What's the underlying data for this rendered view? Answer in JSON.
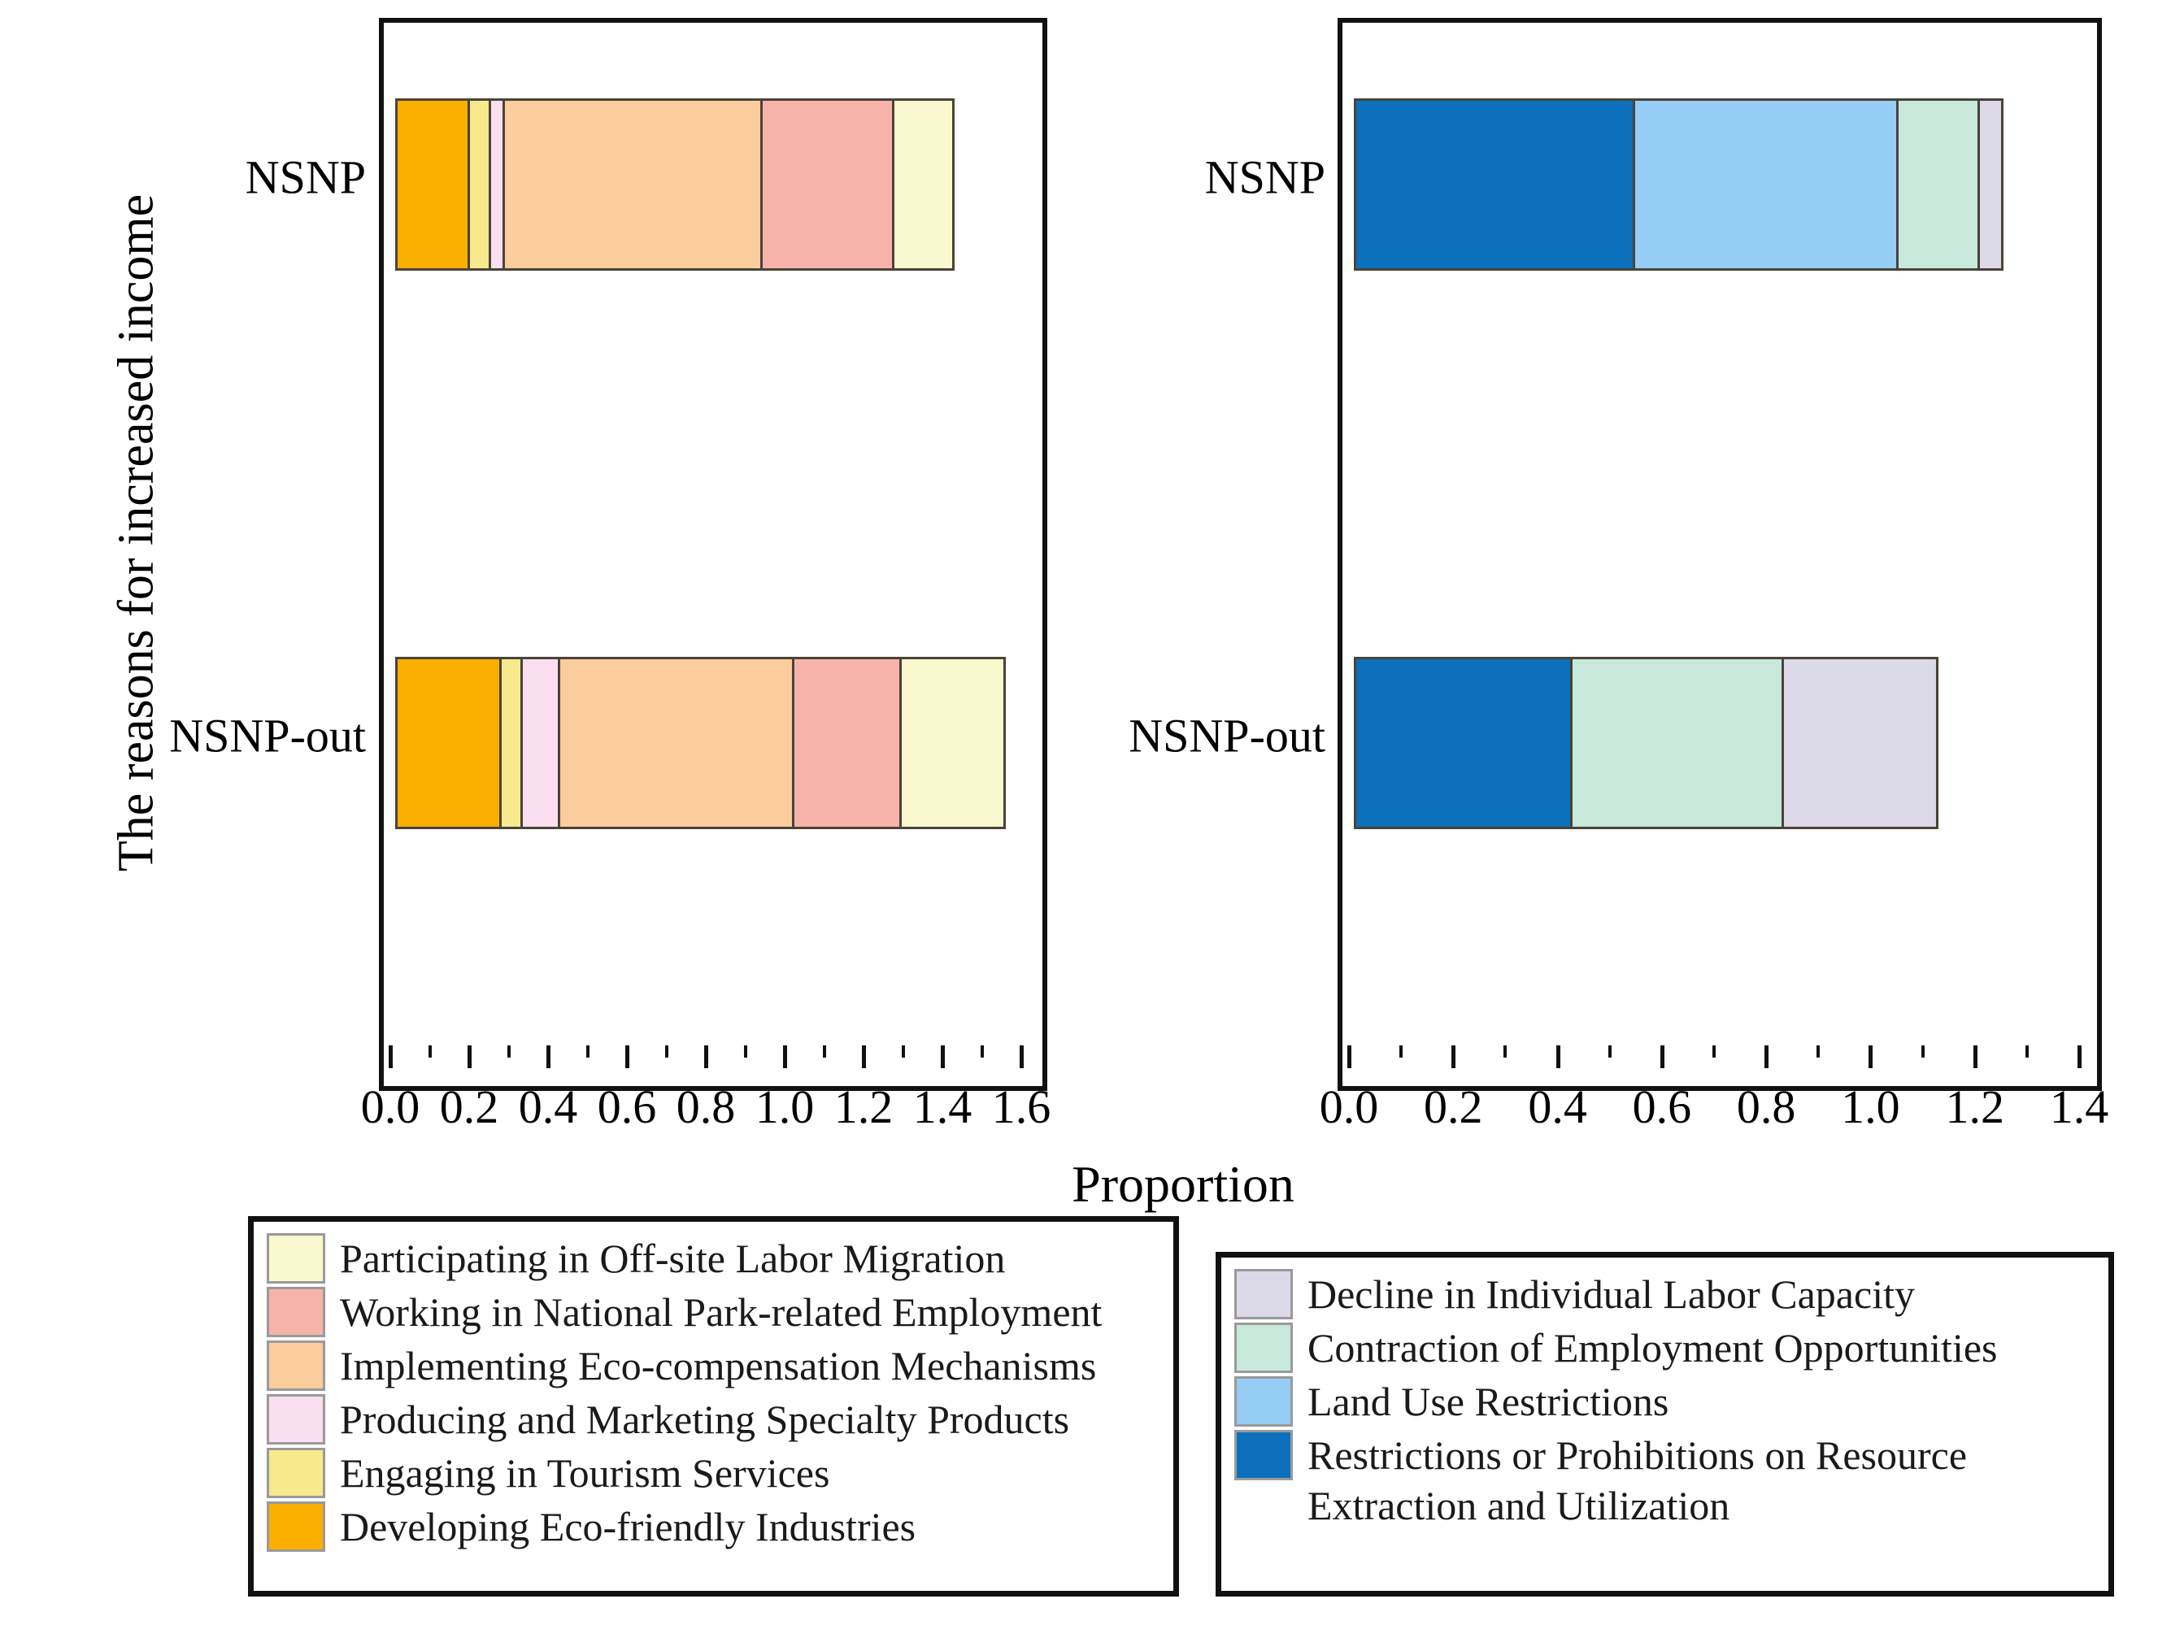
{
  "figure": {
    "y_axis_title": "The reasons for increased income",
    "x_axis_caption_left": "Proportion",
    "x_axis_caption_right": ""
  },
  "chart_data": [
    {
      "type": "bar",
      "orientation": "horizontal",
      "stacked": true,
      "title": "",
      "xlabel": "Proportion",
      "ylabel": "The reasons for increased income",
      "xlim": [
        0.0,
        1.6
      ],
      "xticks": [
        "0.0",
        "0.2",
        "0.4",
        "0.6",
        "0.8",
        "1.0",
        "1.2",
        "1.4",
        "1.6"
      ],
      "xtick_values": [
        0.0,
        0.2,
        0.4,
        0.6,
        0.8,
        1.0,
        1.2,
        1.4,
        1.6
      ],
      "minor_ticks": true,
      "grid": false,
      "legend_position": "below",
      "categories": [
        "NSNP",
        "NSNP-out"
      ],
      "series": [
        {
          "name": "Developing Eco-friendly Industries",
          "color": "#FAAF00",
          "values": [
            0.19,
            0.27
          ]
        },
        {
          "name": "Engaging in Tourism Services",
          "color": "#F7E98E",
          "values": [
            0.06,
            0.06
          ]
        },
        {
          "name": "Producing and Marketing Specialty Products",
          "color": "#FBDFF0",
          "values": [
            0.04,
            0.1
          ]
        },
        {
          "name": "Implementing Eco-compensation Mechanisms",
          "color": "#FBCC9C",
          "values": [
            0.66,
            0.6
          ]
        },
        {
          "name": "Working in National Park-related Employment",
          "color": "#F7B3AA",
          "values": [
            0.34,
            0.28
          ]
        },
        {
          "name": "Participating in Off-site Labor Migration",
          "color": "#FAF8CE",
          "values": [
            0.16,
            0.27
          ]
        }
      ],
      "totals": [
        1.45,
        1.58
      ]
    },
    {
      "type": "bar",
      "orientation": "horizontal",
      "stacked": true,
      "title": "",
      "xlabel": "",
      "ylabel": "",
      "xlim": [
        0.0,
        1.4
      ],
      "xticks": [
        "0.0",
        "0.2",
        "0.4",
        "0.6",
        "0.8",
        "1.0",
        "1.2",
        "1.4"
      ],
      "xtick_values": [
        0.0,
        0.2,
        0.4,
        0.6,
        0.8,
        1.0,
        1.2,
        1.4
      ],
      "minor_ticks": true,
      "grid": false,
      "legend_position": "below",
      "categories": [
        "NSNP",
        "NSNP-out"
      ],
      "series": [
        {
          "name": "Restrictions or Prohibitions on Resource Extraction and Utilization",
          "color": "#0C70BD",
          "values": [
            0.54,
            0.42
          ]
        },
        {
          "name": "Land Use Restrictions",
          "color": "#95CDF5",
          "values": [
            0.51,
            0.0
          ]
        },
        {
          "name": "Contraction of Employment Opportunities",
          "color": "#C9E8DC",
          "values": [
            0.16,
            0.41
          ]
        },
        {
          "name": "Decline in Individual Labor Capacity",
          "color": "#DCD9E8",
          "values": [
            0.05,
            0.3
          ]
        }
      ],
      "totals": [
        1.26,
        1.13
      ]
    }
  ],
  "left_panel": {
    "categories": [
      {
        "label": "NSNP"
      },
      {
        "label": "NSNP-out"
      }
    ],
    "ticks": [
      "0.0",
      "0.2",
      "0.4",
      "0.6",
      "0.8",
      "1.0",
      "1.2",
      "1.4",
      "1.6"
    ],
    "caption": "Proportion"
  },
  "right_panel": {
    "categories": [
      {
        "label": "NSNP"
      },
      {
        "label": "NSNP-out"
      }
    ],
    "ticks": [
      "0.0",
      "0.2",
      "0.4",
      "0.6",
      "0.8",
      "1.0",
      "1.2",
      "1.4"
    ]
  },
  "legend_left": {
    "items": [
      {
        "label": "Participating in Off-site Labor Migration",
        "color": "#FAF8CE"
      },
      {
        "label": "Working in National Park-related Employment",
        "color": "#F7B3AA"
      },
      {
        "label": "Implementing Eco-compensation Mechanisms",
        "color": "#FBCC9C"
      },
      {
        "label": "Producing and Marketing Specialty Products",
        "color": "#FBDFF0"
      },
      {
        "label": "Engaging in Tourism Services",
        "color": "#F7E98E"
      },
      {
        "label": "Developing Eco-friendly Industries",
        "color": "#FAAF00"
      }
    ]
  },
  "legend_right": {
    "items": [
      {
        "label": "Decline in Individual Labor Capacity",
        "color": "#DCD9E8"
      },
      {
        "label": "Contraction of Employment Opportunities",
        "color": "#C9E8DC"
      },
      {
        "label": "Land Use Restrictions",
        "color": "#95CDF5"
      },
      {
        "label": "Restrictions or Prohibitions on Resource",
        "color": "#0C70BD"
      }
    ],
    "wrap_line": "Extraction and Utilization"
  }
}
